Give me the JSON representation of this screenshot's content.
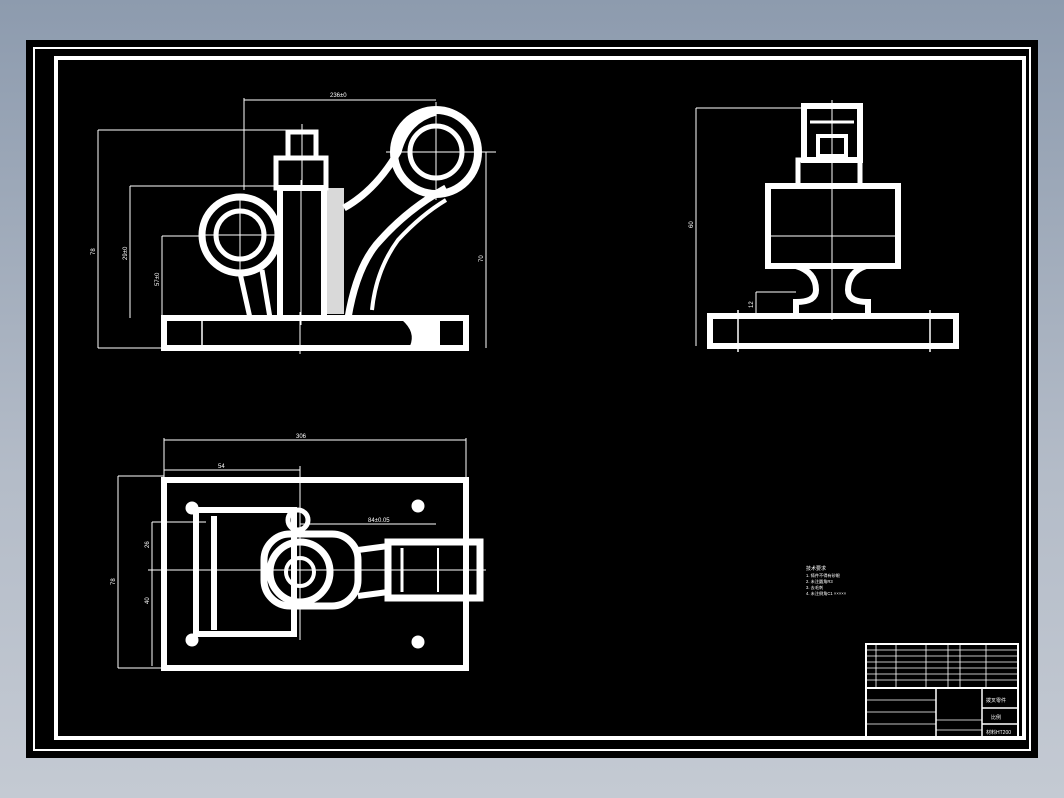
{
  "colors": {
    "background_frame": "#9aa6b6",
    "paper": "#000000",
    "ink": "#ffffff"
  },
  "front_view": {
    "dim_top_width": "236±0",
    "dim_total_height": "78",
    "dim_mid_height": "29±0",
    "dim_bore_height": "57±0",
    "dim_right_height": "70"
  },
  "side_view": {
    "dim_total_height": "60",
    "dim_small": "12"
  },
  "top_view": {
    "dim_total_width": "306",
    "dim_partial_width": "54",
    "dim_total_depth": "78",
    "dim_bore_offset": "26",
    "dim_lower_offset": "40",
    "dim_arm_length": "84±0.05"
  },
  "tech_notes": {
    "heading": "技术要求",
    "lines": [
      "1. 铸件不得有砂眼",
      "2. 未注圆角R3",
      "3. 去毛刺",
      "4. 未注倒角C1 ×××××"
    ]
  },
  "title_block": {
    "drawing_name": "拨叉零件",
    "company": "比例",
    "drawing_no": "材料HT200"
  }
}
